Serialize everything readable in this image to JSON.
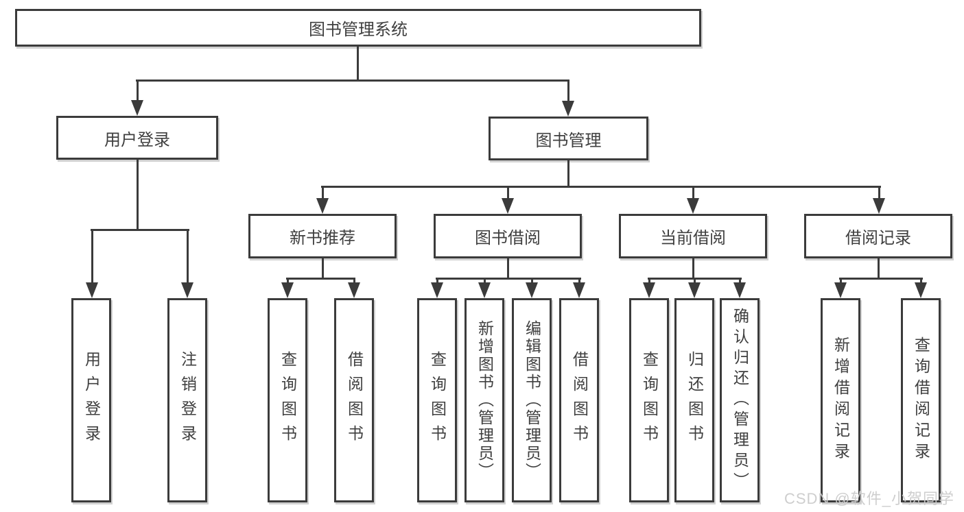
{
  "tree": {
    "label": "图书管理系统",
    "children": [
      {
        "label": "用户登录",
        "children": [
          {
            "label": "用户登录"
          },
          {
            "label": "注销登录"
          }
        ]
      },
      {
        "label": "图书管理",
        "children": [
          {
            "label": "新书推荐",
            "children": [
              {
                "label": "查询图书"
              },
              {
                "label": "借阅图书"
              }
            ]
          },
          {
            "label": "图书借阅",
            "children": [
              {
                "label": "查询图书"
              },
              {
                "label": "新增图书（管理员）"
              },
              {
                "label": "编辑图书（管理员）"
              },
              {
                "label": "借阅图书"
              }
            ]
          },
          {
            "label": "当前借阅",
            "children": [
              {
                "label": "查询图书"
              },
              {
                "label": "归还图书"
              },
              {
                "label": "确认归还（管理员）"
              }
            ]
          },
          {
            "label": "借阅记录",
            "children": [
              {
                "label": "新增借阅记录"
              },
              {
                "label": "查询借阅记录"
              }
            ]
          }
        ]
      }
    ]
  },
  "watermark": "CSDN @软件_小贺同学",
  "colors": {
    "line": "#3b3b3b",
    "text": "#3f3f3f",
    "background": "#ffffff",
    "watermark": "#cbcbcb"
  }
}
